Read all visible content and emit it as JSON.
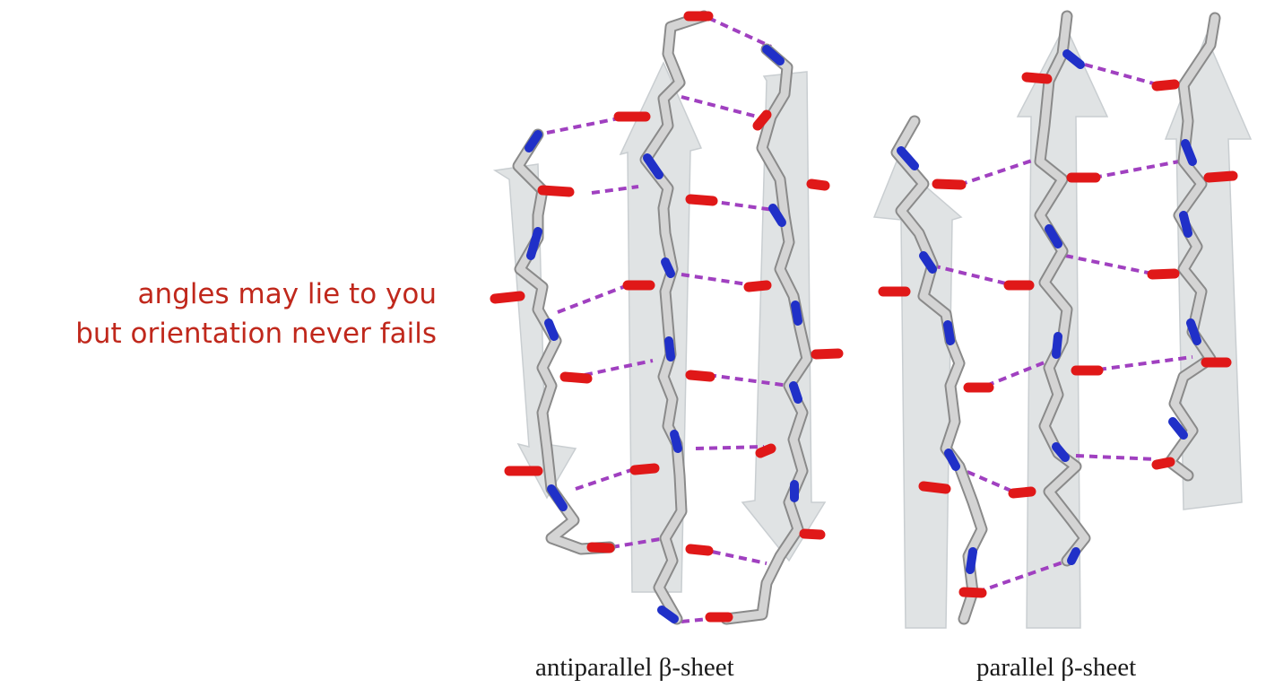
{
  "tagline": {
    "line1": "angles may lie to you",
    "line2": "but orientation never fails"
  },
  "figure": {
    "left_caption": "antiparallel β-sheet",
    "right_caption": "parallel β-sheet"
  },
  "colors": {
    "tagline": "#c0281c",
    "carbon": "#c8c8c8",
    "oxygen": "#e01818",
    "nitrogen": "#2030c8",
    "hbond": "#a040c0",
    "ribbon": "#d6dadc"
  }
}
